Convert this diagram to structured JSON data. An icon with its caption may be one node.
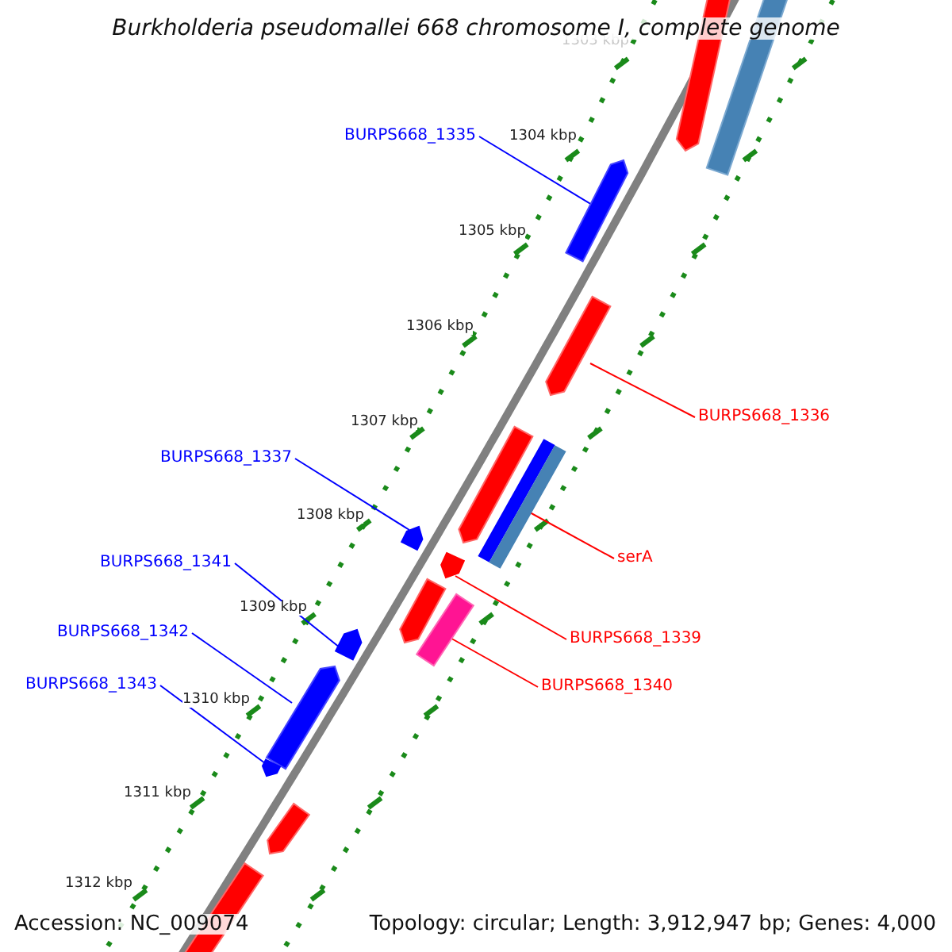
{
  "diagram": {
    "title": "Burkholderia pseudomallei 668 chromosome I, complete genome",
    "nodes": [
      {
        "text": [
          "BURPS668_1335"
        ]
      },
      {
        "text": [],
        "shape": "bar"
      },
      {
        "text": [
          "BURPS668_1336"
        ]
      },
      {
        "text": [],
        "shape": "bar"
      },
      {
        "text": [
          "BURPS668_1337"
        ]
      },
      {
        "text": [],
        "shape": "bar"
      },
      {
        "text": [
          "serA"
        ]
      },
      {
        "text": [],
        "shape": "bar"
      },
      {
        "text": [
          "BURPS668_1341"
        ]
      },
      {
        "text": [],
        "shape": "bar"
      },
      {
        "text": [
          "BURPS668_1339"
        ]
      },
      {
        "text": [],
        "shape": "bar"
      },
      {
        "text": [
          "BURPS668_1342"
        ]
      },
      {
        "text": [],
        "shape": "bar"
      },
      {
        "text": [
          "BURPS668_1340"
        ]
      },
      {
        "text": [],
        "shape": "bar"
      },
      {
        "text": [
          "BURPS668_1343"
        ]
      },
      {
        "text": [],
        "shape": "bar"
      },
      {
        "text": [],
        "shape": "bar"
      },
      {
        "text": [],
        "shape": "bar"
      },
      {
        "text": [],
        "shape": "bar"
      },
      {
        "text": [],
        "shape": "bar"
      },
      {
        "text": [],
        "shape": "bar"
      },
      {
        "text": [],
        "shape": "bar"
      }
    ],
    "edges": [
      {
        "from": 0,
        "to": 1,
        "arrow": "none"
      },
      {
        "from": 2,
        "to": 3,
        "arrow": "none",
        "color": "#ff0000"
      },
      {
        "from": 4,
        "to": 5,
        "arrow": "none"
      },
      {
        "from": 6,
        "to": 7,
        "arrow": "none",
        "color": "#ff0000"
      },
      {
        "from": 8,
        "to": 9,
        "arrow": "none"
      },
      {
        "from": 10,
        "to": 11,
        "arrow": "none",
        "color": "#ff0000"
      },
      {
        "from": 12,
        "to": 13,
        "arrow": "none"
      },
      {
        "from": 14,
        "to": 15,
        "arrow": "none",
        "color": "#ff0000"
      },
      {
        "from": 16,
        "to": 17,
        "arrow": "none"
      }
    ],
    "labels": [
      "1303 kbp",
      "1304 kbp",
      "1305 kbp",
      "1306 kbp",
      "1307 kbp",
      "1308 kbp",
      "1309 kbp",
      "1310 kbp",
      "1311 kbp",
      "1312 kbp",
      "Accession: NC_009074",
      "Topology: circular; Length: 3,912,947 bp; Genes: 4,000"
    ]
  }
}
